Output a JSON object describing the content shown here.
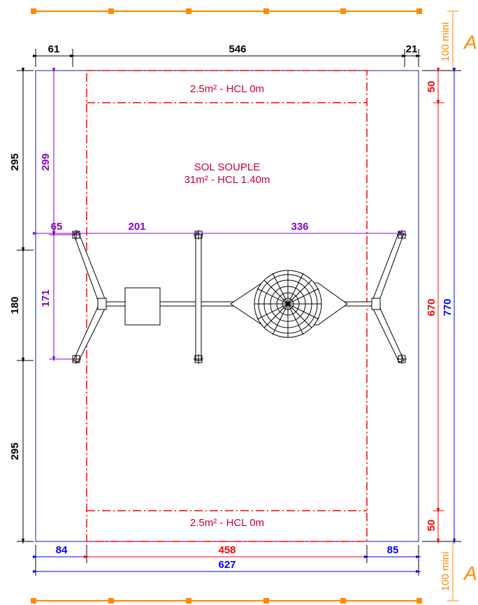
{
  "colors": {
    "black": "#000000",
    "blue": "#0000ff",
    "red": "#ff0000",
    "purple": "#8a00c8",
    "orange": "#ff8a00",
    "dark_red": "#cc0033",
    "frame": "#1a1aa6"
  },
  "labels": {
    "zone_top": "2.5m² - HCL 0m",
    "zone_bottom": "2.5m² - HCL 0m",
    "zone_main_line1": "SOL SOUPLE",
    "zone_main_line2": "31m² - HCL 1.40m",
    "safety_letter": "A",
    "min_clearance": "100 mini"
  },
  "dimensions": {
    "top_left": "61",
    "top_middle": "546",
    "top_right": "21",
    "left_top": "295",
    "left_middle": "180",
    "left_bottom": "295",
    "inner_vertical": "299",
    "inner_span": "171",
    "post_gap_left": "65",
    "post_gap_middle": "201",
    "post_gap_right": "336",
    "right_top": "50",
    "right_middle": "670",
    "right_bottom": "50",
    "right_total": "770",
    "bottom_left": "84",
    "bottom_middle": "458",
    "bottom_right": "85",
    "bottom_total": "627"
  }
}
